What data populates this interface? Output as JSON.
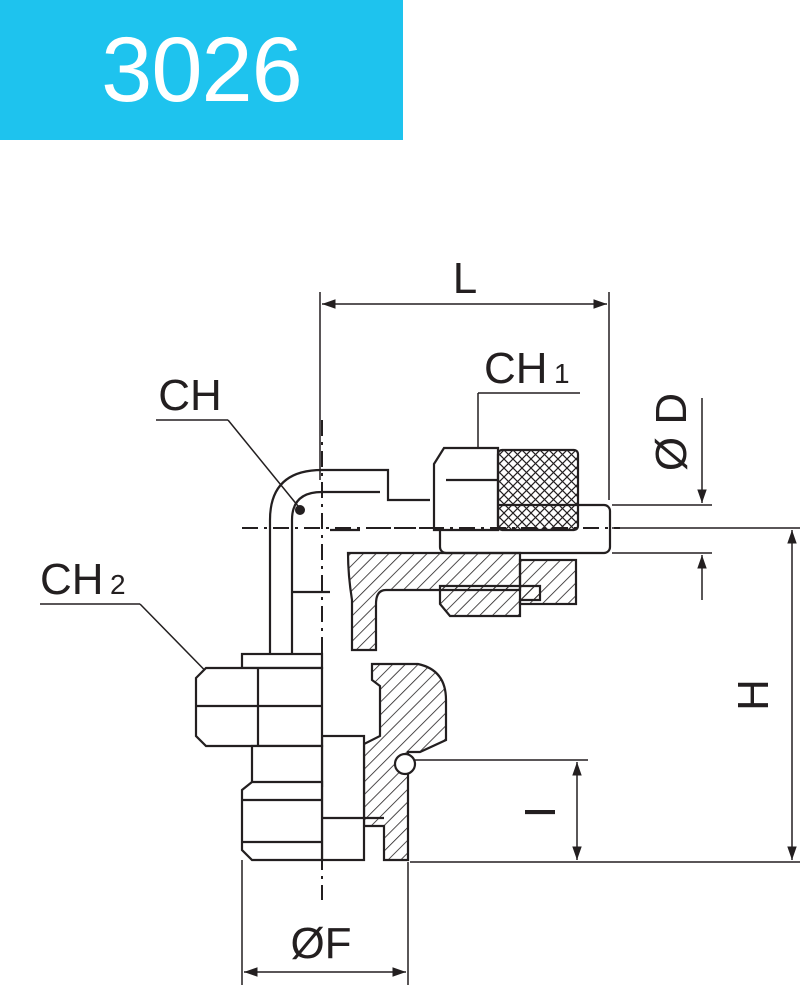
{
  "title": {
    "text": "3026",
    "background": "#1ec3ee",
    "color": "#ffffff"
  },
  "labels": {
    "L": "L",
    "CH": "CH",
    "CH1_main": "CH",
    "CH1_sub": "1",
    "CH2_main": "CH",
    "CH2_sub": "2",
    "D": "Ø D",
    "H": "H",
    "I": "I",
    "F": "ØF"
  },
  "colors": {
    "line": "#231f20"
  }
}
